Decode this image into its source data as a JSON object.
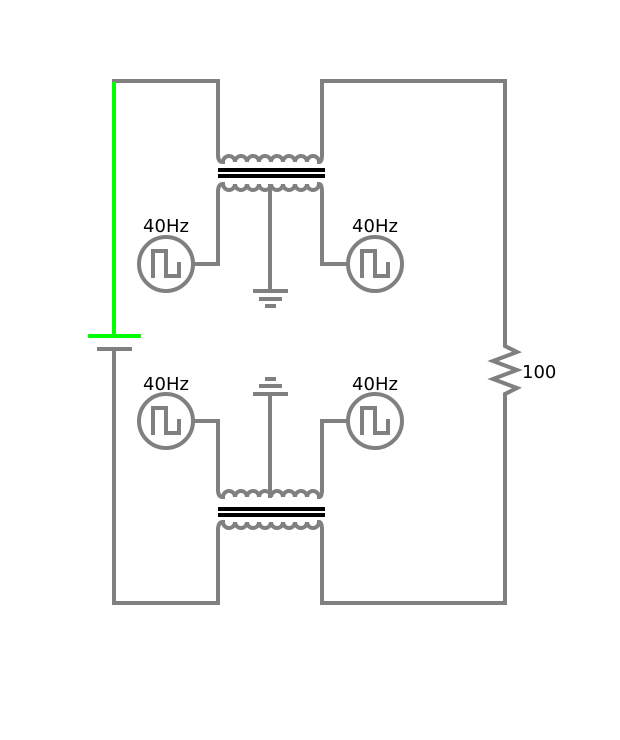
{
  "colors": {
    "wire": "#808080",
    "live_wire": "#00ff00",
    "transformer_core": "#000000",
    "background": "#ffffff"
  },
  "sources": [
    {
      "id": "src-top-left",
      "frequency": "40Hz",
      "waveform": "square"
    },
    {
      "id": "src-top-right",
      "frequency": "40Hz",
      "waveform": "square"
    },
    {
      "id": "src-bottom-left",
      "frequency": "40Hz",
      "waveform": "square"
    },
    {
      "id": "src-bottom-right",
      "frequency": "40Hz",
      "waveform": "square"
    }
  ],
  "resistor": {
    "value": "100"
  },
  "components": {
    "battery": "battery-icon",
    "transformers": [
      "transformer-top",
      "transformer-bottom"
    ],
    "grounds": [
      "ground-top-icon",
      "ground-bottom-icon"
    ]
  }
}
